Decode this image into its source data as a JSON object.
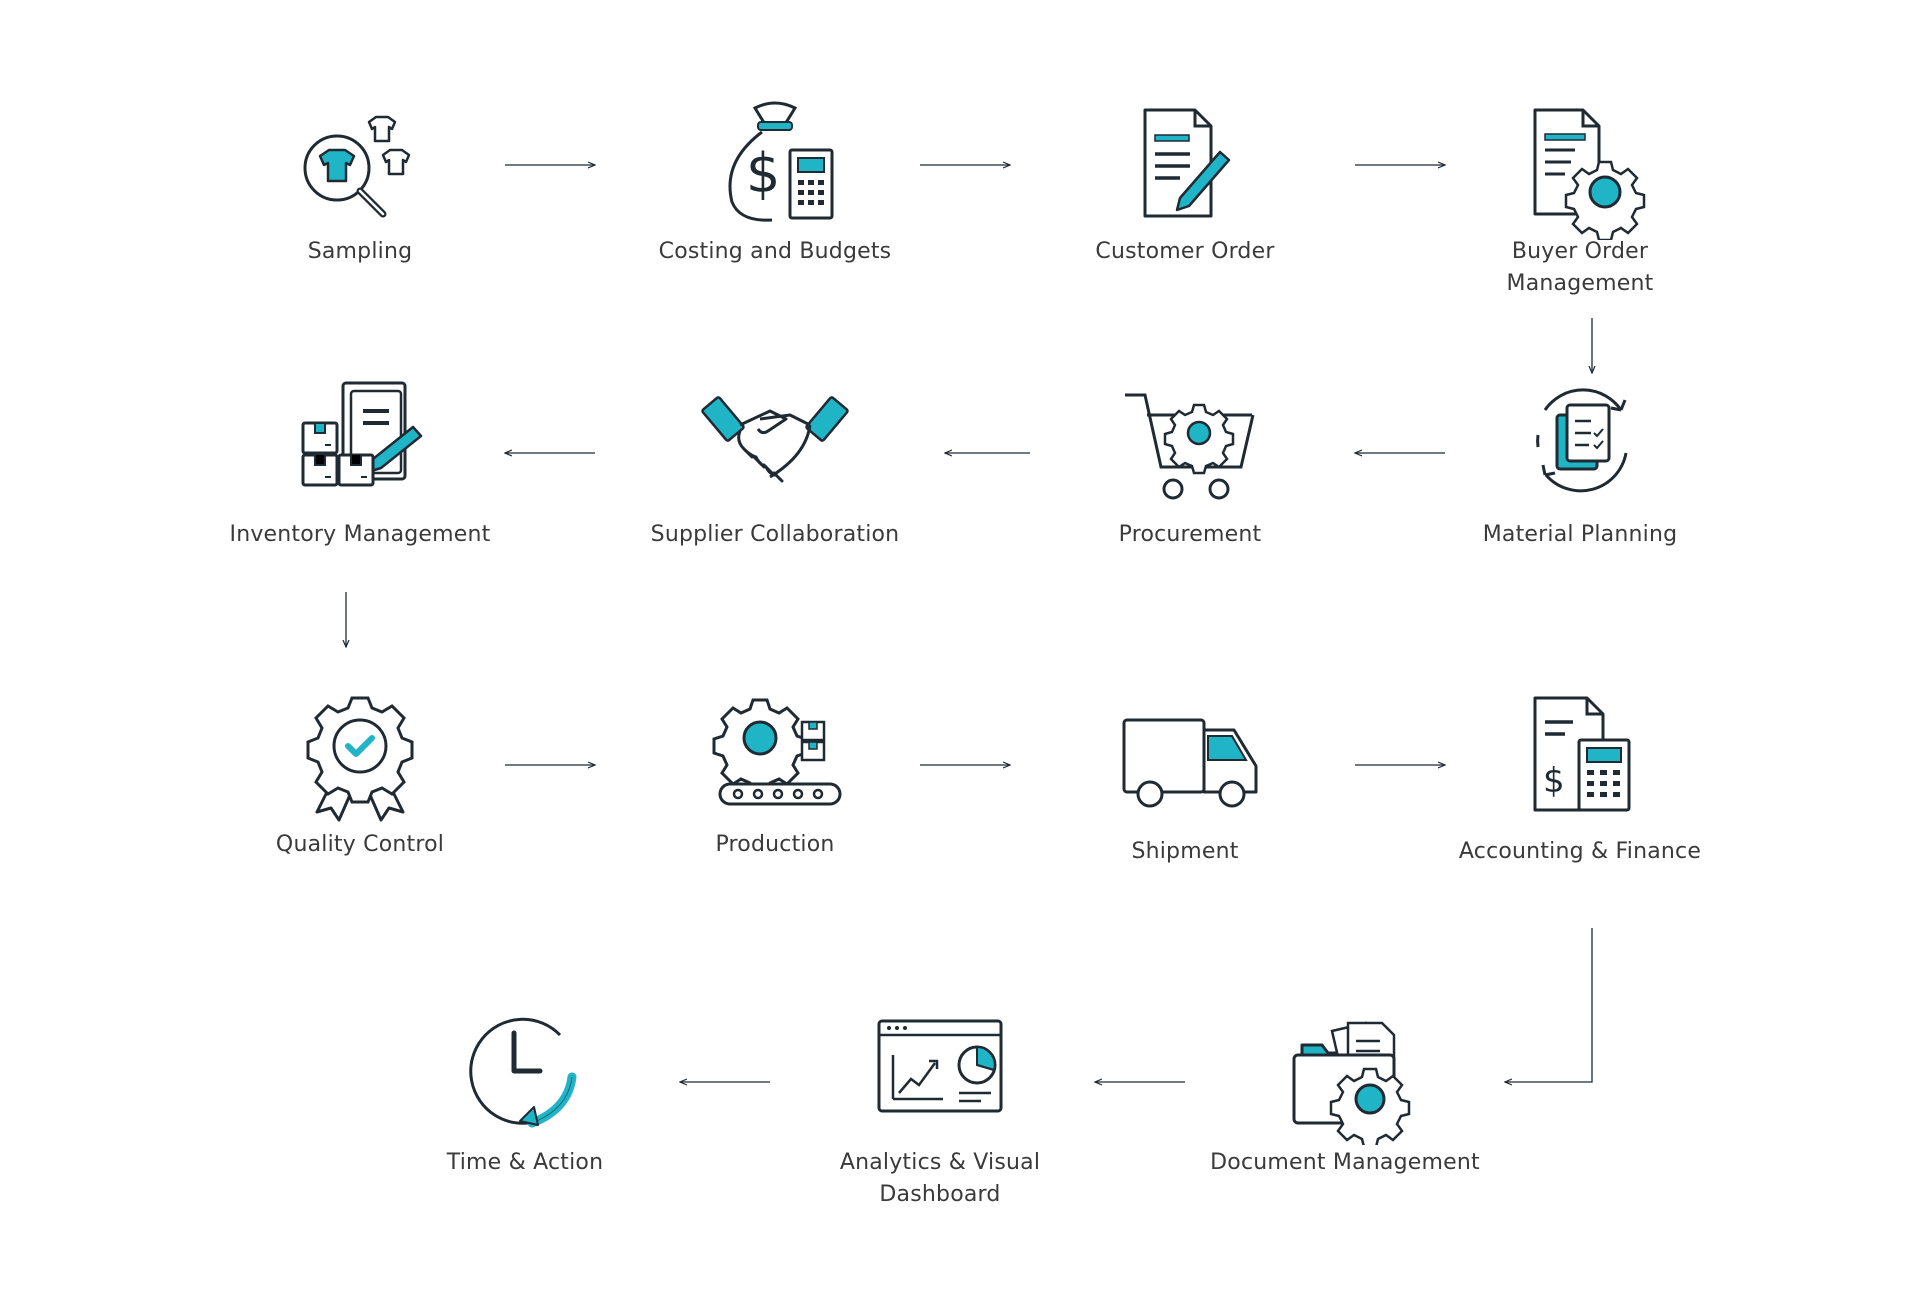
{
  "colors": {
    "accent": "#1fb5c7",
    "stroke": "#1f2a33",
    "text": "#3a3a3a",
    "arrow": "#1f2a33"
  },
  "steps": [
    {
      "id": "sampling",
      "label": "Sampling",
      "icon": "sampling-icon"
    },
    {
      "id": "costing",
      "label": "Costing and Budgets",
      "icon": "money-bag-calculator-icon"
    },
    {
      "id": "customer-order",
      "label": "Customer Order",
      "icon": "document-pen-icon"
    },
    {
      "id": "buyer-order",
      "label": "Buyer Order\nManagement",
      "icon": "document-gear-icon"
    },
    {
      "id": "material-planning",
      "label": "Material Planning",
      "icon": "cycle-clipboard-icon"
    },
    {
      "id": "procurement",
      "label": "Procurement",
      "icon": "cart-gear-icon"
    },
    {
      "id": "supplier",
      "label": "Supplier Collaboration",
      "icon": "handshake-icon"
    },
    {
      "id": "inventory",
      "label": "Inventory Management",
      "icon": "boxes-clipboard-icon"
    },
    {
      "id": "quality",
      "label": "Quality Control",
      "icon": "award-badge-icon"
    },
    {
      "id": "production",
      "label": "Production",
      "icon": "gear-conveyor-icon"
    },
    {
      "id": "shipment",
      "label": "Shipment",
      "icon": "truck-icon"
    },
    {
      "id": "accounting",
      "label": "Accounting & Finance",
      "icon": "invoice-calculator-icon"
    },
    {
      "id": "document",
      "label": "Document Management",
      "icon": "folder-gear-icon"
    },
    {
      "id": "analytics",
      "label": "Analytics & Visual\nDashboard",
      "icon": "dashboard-icon"
    },
    {
      "id": "time-action",
      "label": "Time & Action",
      "icon": "clock-icon"
    }
  ]
}
